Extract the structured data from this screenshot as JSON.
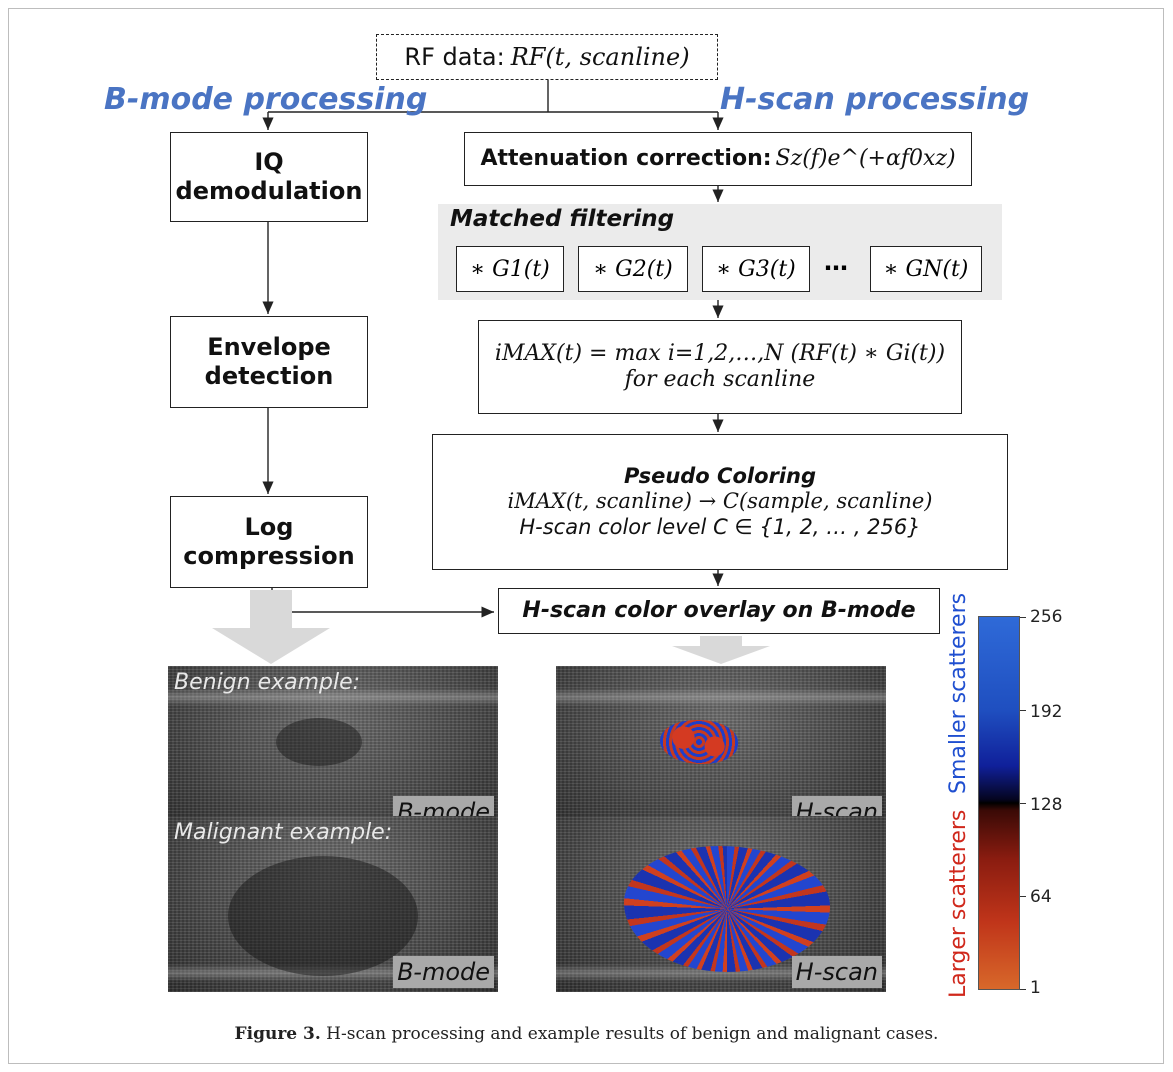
{
  "input": {
    "label": "RF data: ",
    "math": "RF(t, scanline)"
  },
  "titles": {
    "bmode": "B-mode processing",
    "hscan": "H-scan processing"
  },
  "left_steps": [
    {
      "line1": "IQ",
      "line2": "demodulation"
    },
    {
      "line1": "Envelope",
      "line2": "detection"
    },
    {
      "line1": "Log",
      "line2": "compression"
    }
  ],
  "attenuation": {
    "label": "Attenuation correction: ",
    "math": "Sz(f)e^(+αf0xz)"
  },
  "matched": {
    "title": "Matched filtering",
    "filters": [
      "∗ G1(t)",
      "∗ G2(t)",
      "∗ G3(t)",
      "∗ GN(t)"
    ],
    "ellipsis": "⋯"
  },
  "imax": {
    "line1": "iMAX(t) = max i=1,2,…,N (RF(t) ∗ Gi(t))",
    "line2": "for each scanline"
  },
  "pseudo": {
    "title": "Pseudo Coloring",
    "line1": "iMAX(t, scanline) → C(sample, scanline)",
    "line2": "H-scan color level C ∈ {1, 2, … , 256}"
  },
  "overlay": {
    "label": "H-scan color overlay on B-mode"
  },
  "examples": {
    "benign": "Benign example:",
    "malignant": "Malignant example:",
    "bmode_tag": "B-mode",
    "hscan_tag": "H-scan"
  },
  "colorbar": {
    "ticks": [
      "256",
      "192",
      "128",
      "64",
      "1"
    ],
    "top_label": "Smaller scatterers",
    "bottom_label": "Larger scatterers",
    "top_color": "#1f4fd0",
    "bottom_color": "#d0281c"
  },
  "caption": {
    "bold": "Figure 3.",
    "text": " H-scan processing and example results of benign and malignant cases."
  }
}
